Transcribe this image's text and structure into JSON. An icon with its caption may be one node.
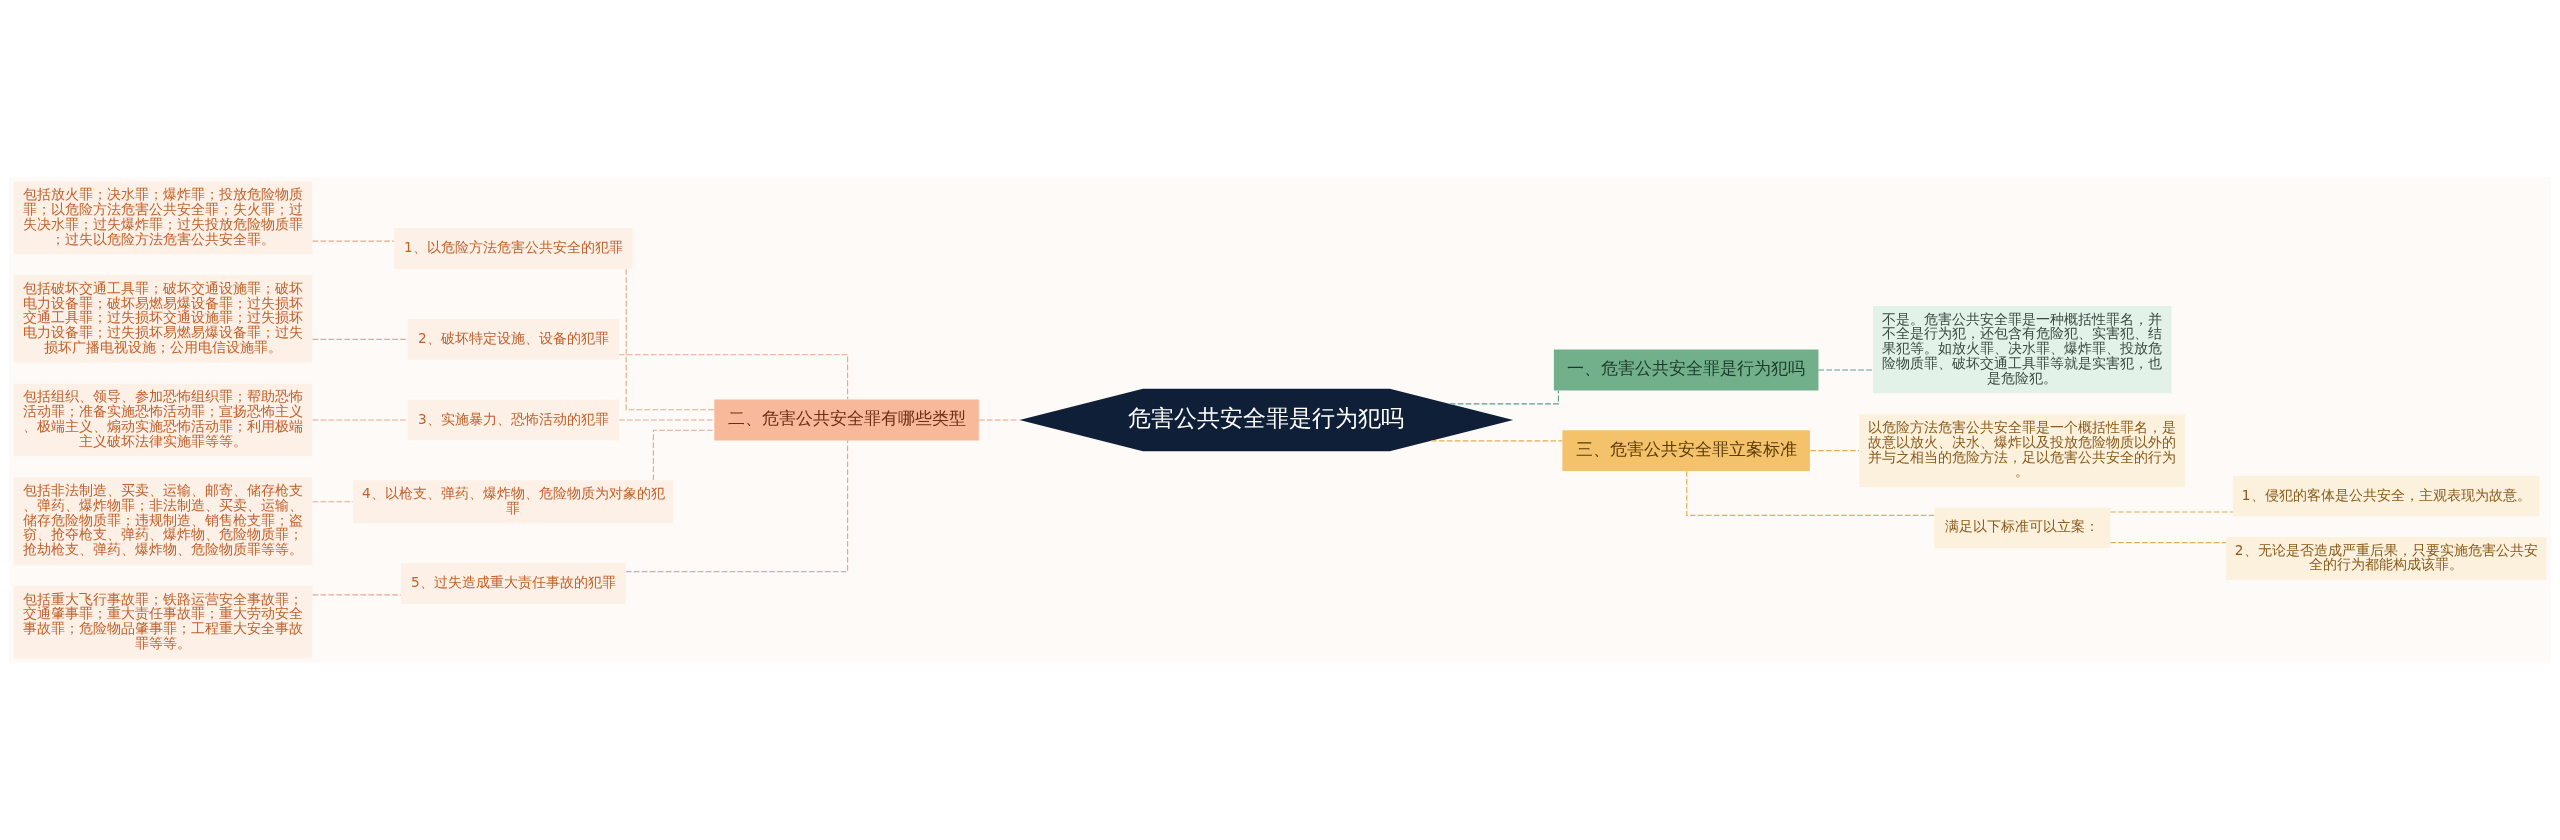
{
  "diagram": {
    "nodes": [
      {
        "text": [
          "危害公共安全罪是行为犯吗"
        ]
      },
      {
        "text": [
          "一、危害公共安全罪是行为犯吗"
        ]
      },
      {
        "text": [
          "不是。危害公共安全罪是一种概括性罪名，并不全是行为犯，还包含有危险犯、实害犯、结果犯等。如放火罪、决水罪、爆炸罪、投放危险物质罪、破坏交通工具罪等就是实害犯，也是危险犯。"
        ]
      },
      {
        "text": [
          "二、危害公共安全罪有哪些类型"
        ]
      },
      {
        "text": [
          "1、以危险方法危害公共安全的犯罪"
        ]
      },
      {
        "text": [
          "包括放火罪；决水罪；爆炸罪；投放危险物质罪；以危险方法危害公共安全罪；失火罪；过失决水罪；过失爆炸罪；过失投放危险物质罪；过失以危险方法危害公共安全罪。"
        ]
      },
      {
        "text": [
          "2、破坏特定设施、设备的犯罪"
        ]
      },
      {
        "text": [
          "包括破坏交通工具罪；破坏交通设施罪；破坏电力设备罪；破坏易燃易爆设备罪；过失损坏交通工具罪；过失损坏交通设施罪；过失损坏电力设备罪；过失损坏易燃易爆设备罪；过失损坏广播电视设施；公用电信设施罪。"
        ]
      },
      {
        "text": [
          "3、实施暴力、恐怖活动的犯罪"
        ]
      },
      {
        "text": [
          "包括组织、领导、参加恐怖组织罪；帮助恐怖活动罪；准备实施恐怖活动罪；宣扬恐怖主义、极端主义、煽动实施恐怖活动罪；利用极端主义破坏法律实施罪等等。"
        ]
      },
      {
        "text": [
          "4、以枪支、弹药、爆炸物、危险物质为对象的犯罪"
        ]
      },
      {
        "text": [
          "包括非法制造、买卖、运输、邮寄、储存枪支、弹药、爆炸物罪；非法制造、买卖、运输、储存危险物质罪；违规制造、销售枪支罪；盗窃、抢夺枪支、弹药、爆炸物、危险物质罪；抢劫枪支、弹药、爆炸物、危险物质罪等等。"
        ]
      },
      {
        "text": [
          "5、过失造成重大责任事故的犯罪"
        ]
      },
      {
        "text": [
          "包括重大飞行事故罪；铁路运营安全事故罪；交通肇事罪；重大责任事故罪；重大劳动安全事故罪；危险物品肇事罪；工程重大安全事故罪等等。"
        ]
      },
      {
        "text": [
          "三、危害公共安全罪立案标准"
        ]
      },
      {
        "text": [
          "以危险方法危害公共安全罪是一个概括性罪名，是故意以放火、决水、爆炸以及投放危险物质以外的并与之相当的危险方法，足以危害公共安全的行为。"
        ]
      },
      {
        "text": [
          "满足以下标准可以立案："
        ]
      },
      {
        "text": [
          "1、侵犯的客体是公共安全，主观表现为故意。"
        ]
      },
      {
        "text": [
          "2、无论是否造成严重后果，只要实施危害公共安全的行为都能构成该罪。"
        ]
      }
    ],
    "edges": [
      {
        "from": 0,
        "to": 1,
        "arrow": "none",
        "style": "dashed",
        "color": "#5a9e86"
      },
      {
        "from": 1,
        "to": 2,
        "arrow": "none",
        "style": "dashed",
        "color": "#5a9e86"
      },
      {
        "from": 3,
        "to": 0,
        "arrow": "none",
        "style": "dashed",
        "color": "#f0a07a"
      },
      {
        "from": 4,
        "to": 3,
        "arrow": "none",
        "style": "dashed"
      },
      {
        "from": 5,
        "to": 4,
        "arrow": "none",
        "style": "dashed"
      },
      {
        "from": 6,
        "to": 3,
        "arrow": "none",
        "style": "dashed"
      },
      {
        "from": 7,
        "to": 6,
        "arrow": "none",
        "style": "dashed"
      },
      {
        "from": 8,
        "to": 3,
        "arrow": "none",
        "style": "dashed"
      },
      {
        "from": 9,
        "to": 8,
        "arrow": "none",
        "style": "dashed"
      },
      {
        "from": 10,
        "to": 3,
        "arrow": "none",
        "style": "dashed"
      },
      {
        "from": 11,
        "to": 10,
        "arrow": "none",
        "style": "dashed"
      },
      {
        "from": 12,
        "to": 3,
        "arrow": "none",
        "style": "dashed"
      },
      {
        "from": 13,
        "to": 12,
        "arrow": "none",
        "style": "dashed"
      },
      {
        "from": 0,
        "to": 14,
        "arrow": "none",
        "style": "dashed",
        "color": "#e0b050"
      },
      {
        "from": 14,
        "to": 15,
        "arrow": "none",
        "style": "dashed",
        "color": "#e0b050"
      },
      {
        "from": 14,
        "to": 16,
        "arrow": "none",
        "style": "dashed",
        "color": "#e0b050"
      },
      {
        "from": 16,
        "to": 17,
        "arrow": "none",
        "style": "dashed",
        "color": "#e0b050"
      },
      {
        "from": 16,
        "to": 18,
        "arrow": "none",
        "style": "dashed",
        "color": "#e0b050"
      }
    ]
  }
}
